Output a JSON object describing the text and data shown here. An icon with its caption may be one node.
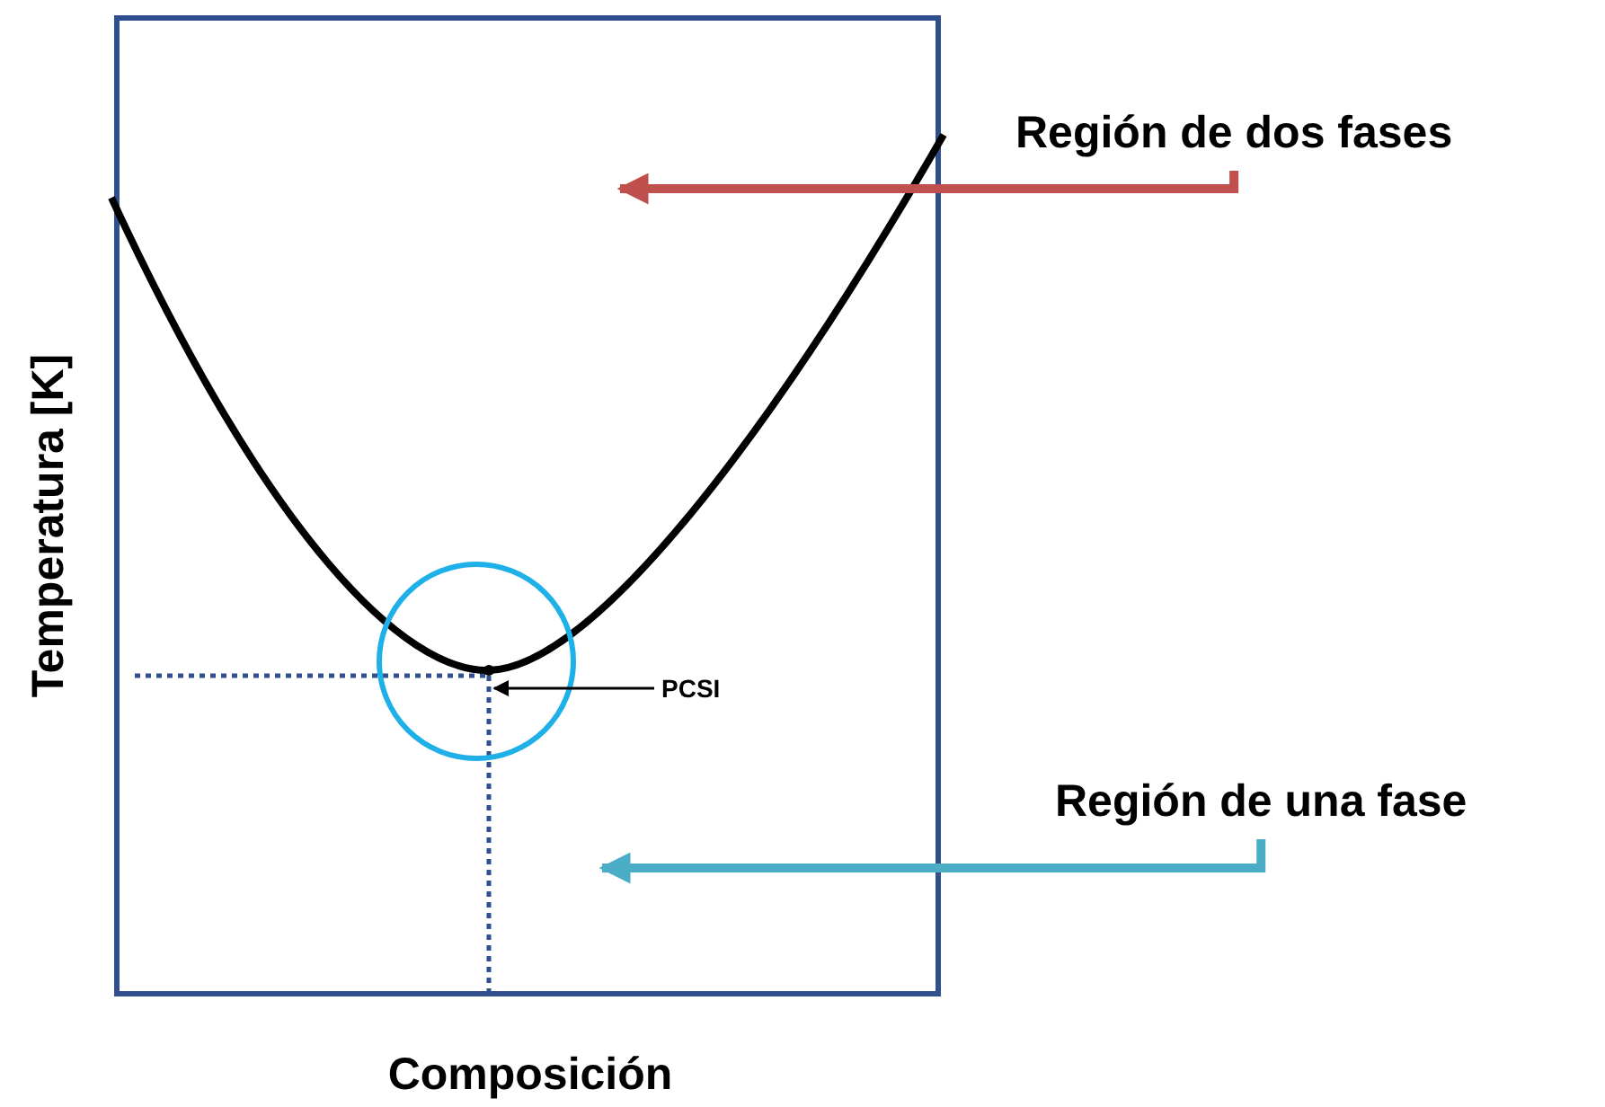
{
  "diagram": {
    "nodes": [
      {
        "text": [
          "Región de dos fases"
        ]
      },
      {
        "text": [
          "Región de una fase"
        ]
      },
      {
        "text": [
          "PCSI"
        ]
      },
      {
        "text": [],
        "shape": "dot"
      }
    ],
    "edges": [
      {
        "from": 0,
        "to": null,
        "arrow": "to",
        "color": "#c0504d"
      },
      {
        "from": 1,
        "to": null,
        "arrow": "to",
        "color": "#4bacc6"
      },
      {
        "from": 2,
        "to": 3,
        "arrow": "to",
        "color": "#000000"
      }
    ],
    "labels": [
      "Temperatura [K]",
      "Composición"
    ]
  }
}
